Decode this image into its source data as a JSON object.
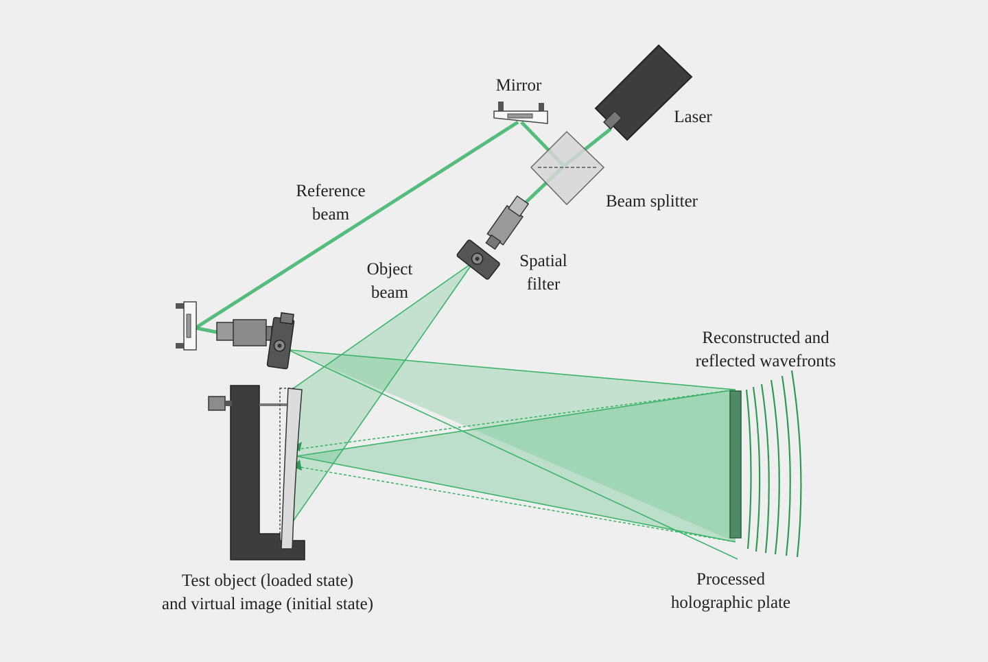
{
  "labels": {
    "mirror": "Mirror",
    "laser": "Laser",
    "beam_splitter": "Beam splitter",
    "reference_beam": [
      "Reference",
      "beam"
    ],
    "spatial_filter": [
      "Spatial",
      "filter"
    ],
    "object_beam": [
      "Object",
      "beam"
    ],
    "reconstructed": [
      "Reconstructed and",
      "reflected wavefronts"
    ],
    "test_object": [
      "Test object (loaded state)",
      "and virtual image (initial state)"
    ],
    "holographic_plate": [
      "Processed",
      "holographic plate"
    ]
  },
  "colors": {
    "background": "#efefef",
    "beam": "#3bb36a",
    "beam_fill": "#5fbf86",
    "plate": "#4e8a63",
    "device_dark": "#3d3d3d",
    "device_gray": "#8c8c8c",
    "text": "#222222"
  }
}
